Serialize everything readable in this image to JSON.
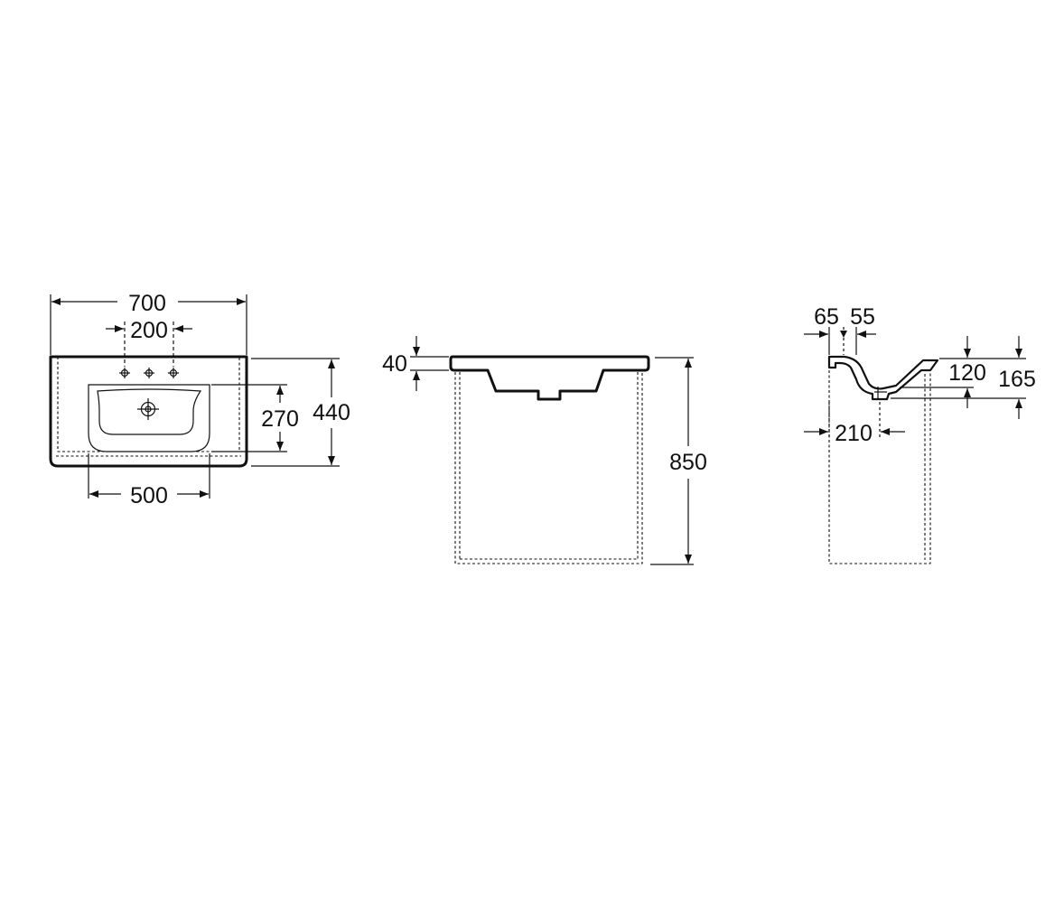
{
  "diagram": {
    "plan_view": {
      "width_label": "700",
      "tap_spacing_label": "200",
      "bowl_width_label": "500",
      "bowl_depth_label": "270",
      "depth_label": "440"
    },
    "front_view": {
      "rim_thickness_label": "40",
      "height_label": "850"
    },
    "side_view": {
      "tap_offset_label": "65",
      "tap_hole_label": "55",
      "bowl_depth_label": "120",
      "overall_height_label": "165",
      "waste_offset_label": "210"
    }
  }
}
